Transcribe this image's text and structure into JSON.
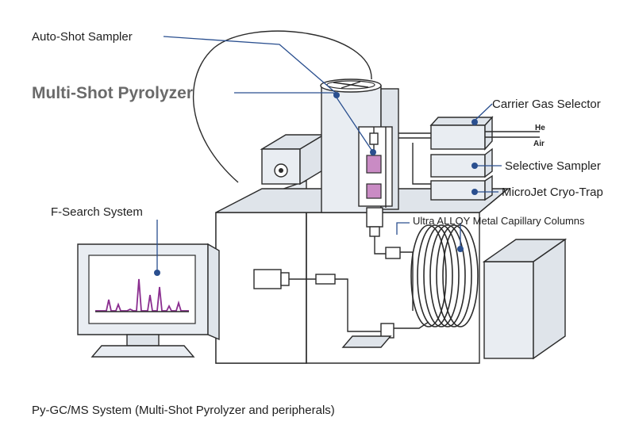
{
  "labels": {
    "auto_shot_sampler": "Auto-Shot Sampler",
    "multi_shot_pyrolyzer": "Multi-Shot Pyrolyzer",
    "carrier_gas_selector": "Carrier Gas Selector",
    "he": "He",
    "air": "Air",
    "selective_sampler": "Selective Sampler",
    "microjet_cryo_trap": "MicroJet Cryo-Trap",
    "ultra_alloy_columns": "Ultra ALLOY Metal Capillary Columns",
    "f_search_system": "F-Search System"
  },
  "caption": "Py-GC/MS System (Multi-Shot Pyrolyzer and peripherals)",
  "colors": {
    "leader": "#2a4f8f",
    "chromatogram": "#8a2d8f",
    "pyrolyzer_chamber": "#c98bc4"
  }
}
